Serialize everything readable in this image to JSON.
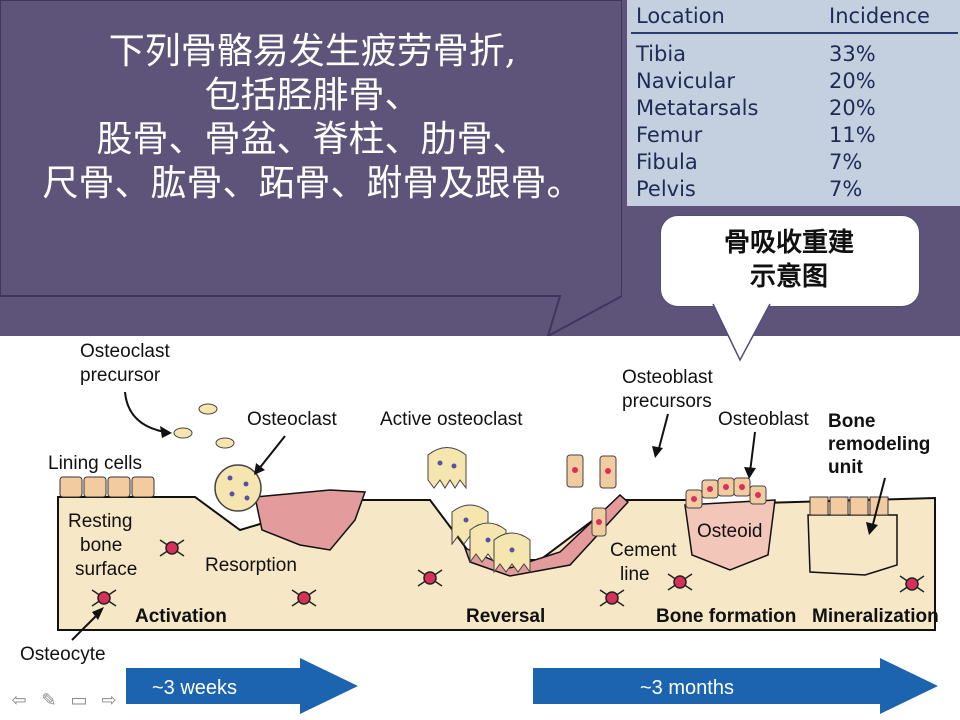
{
  "title_lines": [
    "下列骨骼易发生疲劳骨折,",
    "包括胫腓骨、",
    "股骨、骨盆、脊柱、肋骨、",
    "尺骨、肱骨、跖骨、跗骨及跟骨。"
  ],
  "incidence_table": {
    "headers": [
      "Location",
      "Incidence"
    ],
    "rows": [
      {
        "location": "Tibia",
        "incidence": "33%"
      },
      {
        "location": "Navicular",
        "incidence": "20%"
      },
      {
        "location": "Metatarsals",
        "incidence": "20%"
      },
      {
        "location": "Femur",
        "incidence": "11%"
      },
      {
        "location": "Fibula",
        "incidence": "7%"
      },
      {
        "location": "Pelvis",
        "incidence": "7%"
      }
    ]
  },
  "callout": {
    "lines": [
      "骨吸收重建",
      "示意图"
    ]
  },
  "diagram": {
    "labels": {
      "osteoclast_precursor_1": "Osteoclast",
      "osteoclast_precursor_2": "precursor",
      "osteoclast": "Osteoclast",
      "active_osteoclast": "Active osteoclast",
      "osteoblast_precursors_1": "Osteoblast",
      "osteoblast_precursors_2": "precursors",
      "osteoblast": "Osteoblast",
      "bone_remodeling_unit_1": "Bone",
      "bone_remodeling_unit_2": "remodeling",
      "bone_remodeling_unit_3": "unit",
      "lining_cells": "Lining cells",
      "resting_1": "Resting",
      "resting_2": "bone",
      "resting_3": "surface",
      "resorption": "Resorption",
      "cement_1": "Cement",
      "cement_2": "line",
      "osteoid": "Osteoid",
      "osteocyte": "Osteocyte"
    },
    "phases": [
      "Activation",
      "Reversal",
      "Bone formation",
      "Mineralization"
    ],
    "durations": [
      "~3 weeks",
      "~3 months"
    ]
  },
  "colors": {
    "panel": "#5e5479",
    "table_bg": "#c4d0e0",
    "bone": "#f6e7c6",
    "resorption_pit": "#e39b9b",
    "osteocyte": "#d8305a",
    "arrow_blue": "#1c64b0"
  },
  "nav_icons": [
    "arrow-left-icon",
    "pen-icon",
    "menu-icon",
    "arrow-right-icon"
  ]
}
